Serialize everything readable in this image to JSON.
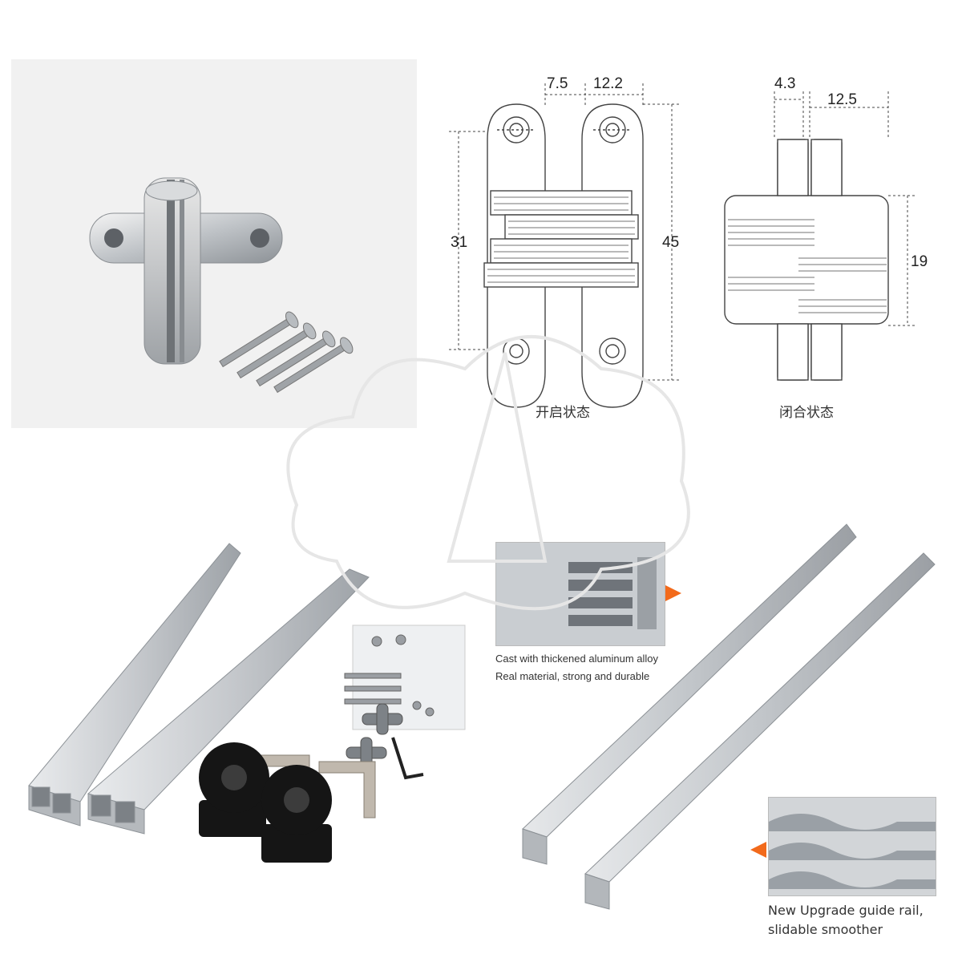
{
  "diagram": {
    "open_state": {
      "label": "开启状态",
      "dim_top_left": "7.5",
      "dim_top_right": "12.2",
      "dim_left_height": "31",
      "dim_right_height": "45"
    },
    "closed_state": {
      "label": "闭合状态",
      "dim_top_left": "4.3",
      "dim_top_right": "12.5",
      "dim_right_height": "19"
    }
  },
  "callouts": {
    "aluminum": {
      "line1": "Cast with thickened aluminum alloy",
      "line2": "Real material, strong and durable"
    },
    "rail": {
      "line1": "New Upgrade guide rail,",
      "line2": "slidable smoother"
    }
  },
  "colors": {
    "accent_arrow": "#f26a1b",
    "aluminum": "#c9ccd0",
    "line": "#555555"
  },
  "icons": {
    "arrow_1": "triangle-pointer-icon",
    "arrow_2": "triangle-pointer-icon"
  }
}
